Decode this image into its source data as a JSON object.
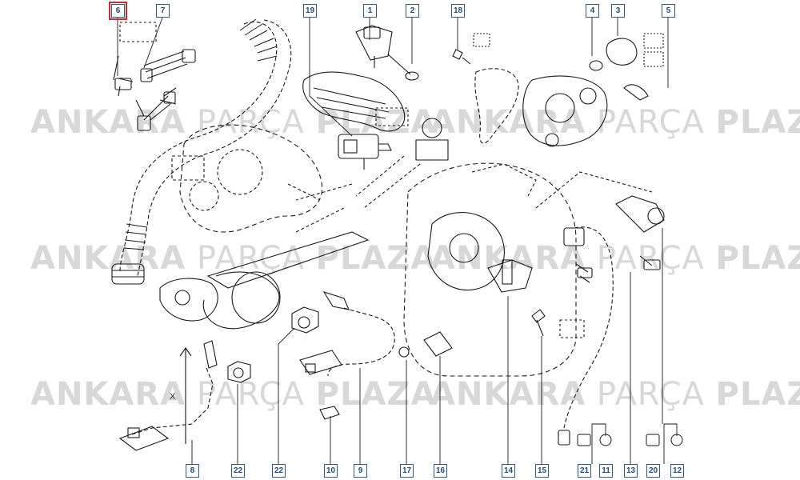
{
  "watermark": {
    "word1": "ANKARA",
    "word2": "PARÇA",
    "word3": "PLAZA"
  },
  "selected_callout": "6",
  "callouts": {
    "c6": "6",
    "c7": "7",
    "c19": "19",
    "c1": "1",
    "c2": "2",
    "c18": "18",
    "c4": "4",
    "c3": "3",
    "c5": "5",
    "c8": "8",
    "c22a": "22",
    "c22b": "22",
    "c10": "10",
    "c9": "9",
    "c17": "17",
    "c16": "16",
    "c14": "14",
    "c15": "15",
    "c21": "21",
    "c11": "11",
    "c13": "13",
    "c20": "20",
    "c12": "12"
  },
  "dimension_letter": "X",
  "colors": {
    "callout_border": "#2a5d8f",
    "selected_outline": "#d9262b",
    "line_art": "#1a1a1a",
    "watermark": "#d8d8d8"
  }
}
